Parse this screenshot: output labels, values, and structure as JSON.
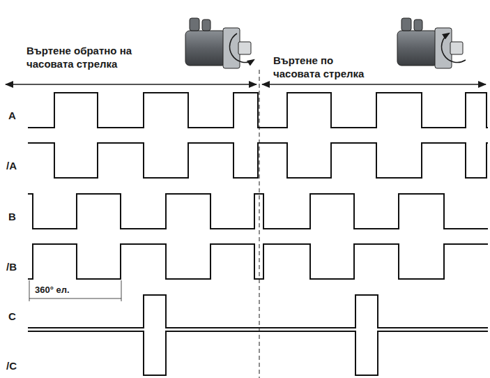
{
  "diagram": {
    "labels": [
      "Въртене обратно на часовата стрелка",
      "Въртене по часовата стрелка",
      "A",
      "/A",
      "B",
      "/B",
      "C",
      "/C",
      "360° ел."
    ]
  }
}
